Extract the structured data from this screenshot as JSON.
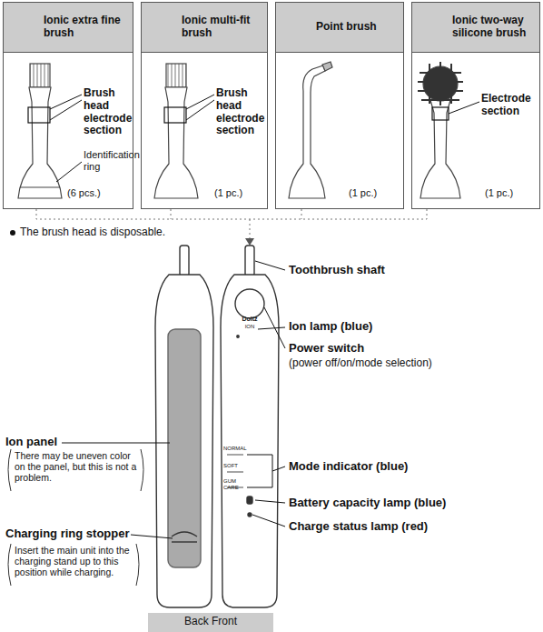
{
  "diagram": {
    "nodes": [
      {
        "text": [
          "Ionic extra fine brush"
        ]
      },
      {
        "text": [
          "Ionic multi-fit brush"
        ]
      },
      {
        "text": [
          "Point brush"
        ]
      },
      {
        "text": [
          "Ionic two-way silicone brush"
        ]
      },
      {
        "text": [
          "Brush head electrode section",
          "Identification ring",
          "(6 pcs.)"
        ]
      },
      {
        "text": [
          "Brush head electrode section",
          "(1 pc.)"
        ]
      },
      {
        "text": [
          "(1 pc.)"
        ]
      },
      {
        "text": [
          "Electrode section",
          "(1 pc.)"
        ]
      }
    ],
    "labels": [
      "The brush head is disposable.",
      "Toothbrush shaft",
      "Doltz",
      "ION",
      "Ion lamp (blue)",
      "Power switch",
      "(power off/on/mode selection)",
      "NORMAL",
      "SOFT",
      "GUM CARE",
      "Mode indicator (blue)",
      "Battery capacity lamp (blue)",
      "Charge status lamp (red)",
      "Ion panel",
      "There may be uneven color on the panel, but this is not a problem.",
      "Charging ring stopper",
      "Insert the main unit into the charging stand up to this position while charging.",
      "Back Front"
    ]
  }
}
